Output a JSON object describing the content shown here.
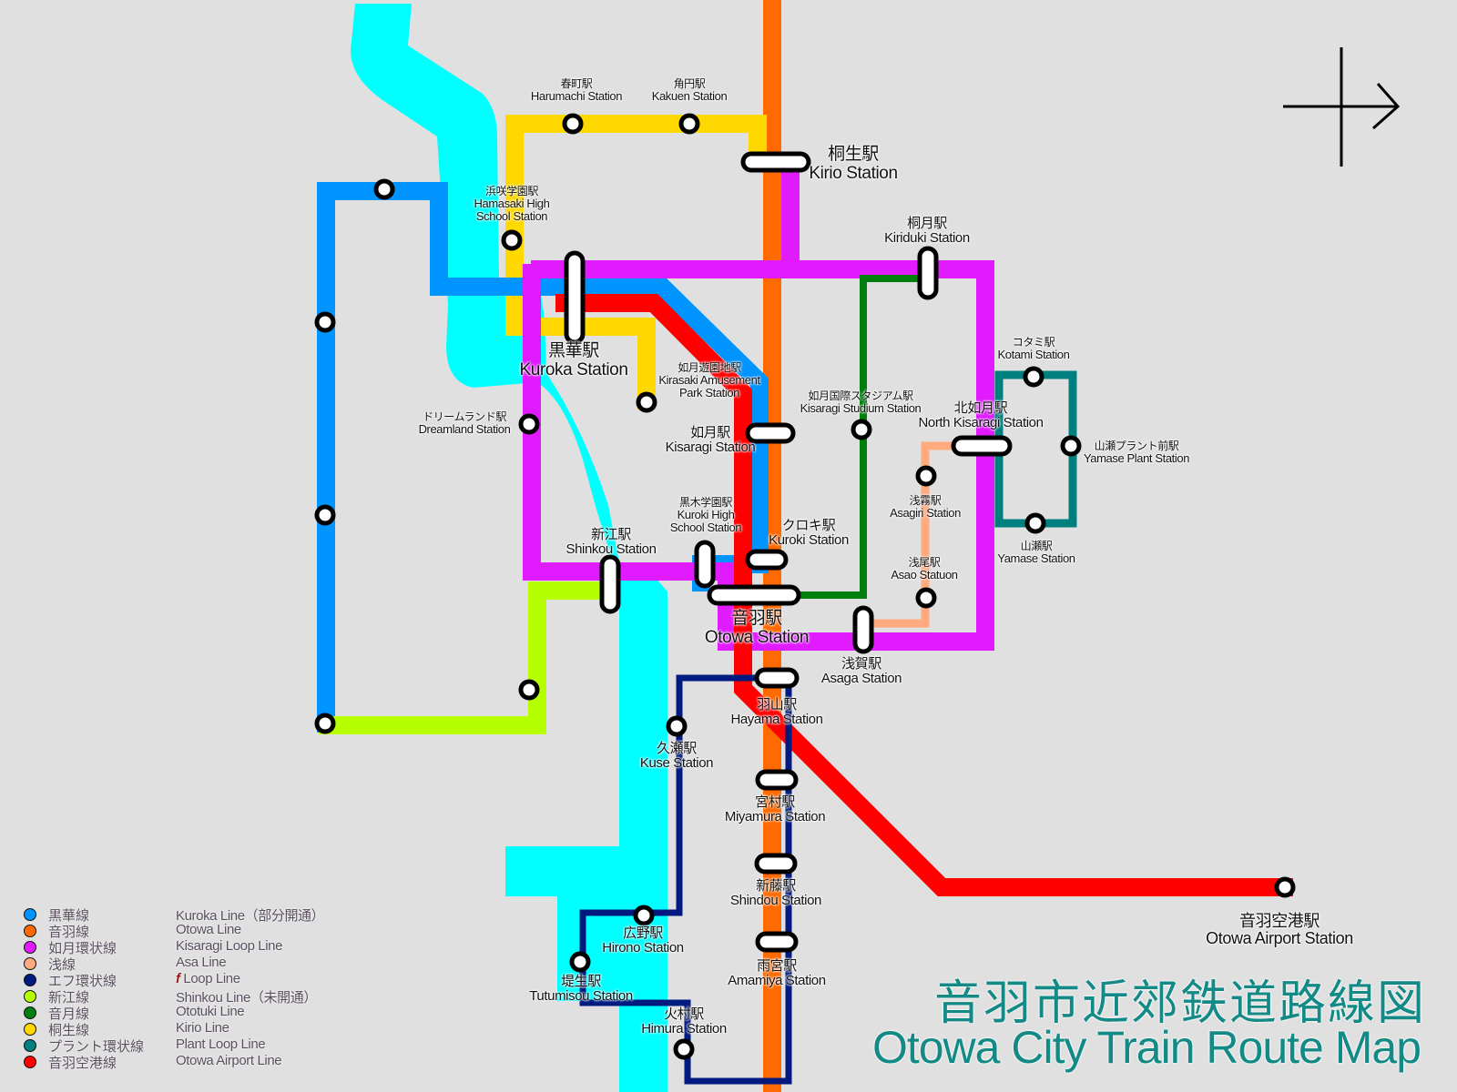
{
  "title": {
    "ja": "音羽市近郊鉄道路線図",
    "en": "Otowa City Train Route Map",
    "color": "#138a86"
  },
  "compass": {
    "icon": "north-arrow-icon",
    "direction": "right"
  },
  "colors": {
    "background": "#e0e0e0",
    "river": "#00ffff",
    "kuroka": "#0094ff",
    "otowa": "#ff6a00",
    "kisaragi_loop": "#e01cff",
    "asa": "#ffaa7f",
    "f_loop": "#001a7f",
    "shinkou": "#b6ff00",
    "ototuki": "#007f0e",
    "kirio": "#ffd800",
    "plant_loop": "#007f7f",
    "otowa_airport": "#ff0000"
  },
  "legend": [
    {
      "ja": "黒華線",
      "en": "Kuroka Line（部分開通）",
      "color": "#0094ff"
    },
    {
      "ja": "音羽線",
      "en": "Otowa Line",
      "color": "#ff6a00"
    },
    {
      "ja": "如月環状線",
      "en": "Kisaragi Loop Line",
      "color": "#e01cff"
    },
    {
      "ja": "浅線",
      "en": "Asa Line",
      "color": "#ffaa7f"
    },
    {
      "ja": "エフ環状線",
      "en": "Loop Line",
      "en_mark": "f",
      "color": "#001a7f"
    },
    {
      "ja": "新江線",
      "en": "Shinkou Line（未開通）",
      "color": "#b6ff00"
    },
    {
      "ja": "音月線",
      "en": "Ototuki Line",
      "color": "#007f0e"
    },
    {
      "ja": "桐生線",
      "en": "Kirio Line",
      "color": "#ffd800"
    },
    {
      "ja": "プラント環状線",
      "en": "Plant Loop Line",
      "color": "#007f7f"
    },
    {
      "ja": "音羽空港線",
      "en": "Otowa Airport Line",
      "color": "#ff0000"
    }
  ],
  "stations": [
    {
      "id": "harumachi",
      "ja": "春町駅",
      "en": "Harumachi Station"
    },
    {
      "id": "kakuen",
      "ja": "角円駅",
      "en": "Kakuen Station"
    },
    {
      "id": "kirio",
      "ja": "桐生駅",
      "en": "Kirio Station"
    },
    {
      "id": "hamasaki",
      "ja": "浜咲学園駅",
      "en": "Hamasaki High School Station",
      "en_lines": [
        "Hamasaki High",
        "School Station"
      ]
    },
    {
      "id": "kiriduki",
      "ja": "桐月駅",
      "en": "Kiriduki Station"
    },
    {
      "id": "kuroka",
      "ja": "黒華駅",
      "en": "Kuroka Station"
    },
    {
      "id": "kirasaki",
      "ja": "如月遊園地駅",
      "en": "Kirasaki Amusement Park Station",
      "en_lines": [
        "Kirasaki Amusement",
        "Park Station"
      ]
    },
    {
      "id": "kotami",
      "ja": "コタミ駅",
      "en": "Kotami Station"
    },
    {
      "id": "stadium",
      "ja": "如月国際スタジアム駅",
      "en": "Kisaragi Studium Station"
    },
    {
      "id": "north_kisaragi",
      "ja": "北如月駅",
      "en": "North Kisaragi Station"
    },
    {
      "id": "dreamland",
      "ja": "ドリームランド駅",
      "en": "Dreamland Station"
    },
    {
      "id": "kisaragi",
      "ja": "如月駅",
      "en": "Kisaragi Station"
    },
    {
      "id": "yamase_plant",
      "ja": "山瀬プラント前駅",
      "en": "Yamase Plant Station"
    },
    {
      "id": "asagiri",
      "ja": "浅霧駅",
      "en": "Asagiri Station"
    },
    {
      "id": "kuroki_high",
      "ja": "黒木学園駅",
      "en": "Kuroki High School Station",
      "en_lines": [
        "Kuroki High",
        "School Station"
      ]
    },
    {
      "id": "kuroki",
      "ja": "クロキ駅",
      "en": "Kuroki Station"
    },
    {
      "id": "shinkou",
      "ja": "新江駅",
      "en": "Shinkou Station"
    },
    {
      "id": "yamase",
      "ja": "山瀬駅",
      "en": "Yamase Station"
    },
    {
      "id": "asao",
      "ja": "浅尾駅",
      "en": "Asao Statuon"
    },
    {
      "id": "otowa",
      "ja": "音羽駅",
      "en": "Otowa Station"
    },
    {
      "id": "asaga",
      "ja": "浅賀駅",
      "en": "Asaga Station"
    },
    {
      "id": "hayama",
      "ja": "羽山駅",
      "en": "Hayama Station"
    },
    {
      "id": "kuse",
      "ja": "久瀬駅",
      "en": "Kuse Station"
    },
    {
      "id": "miyamura",
      "ja": "宮村駅",
      "en": "Miyamura Station"
    },
    {
      "id": "shindou",
      "ja": "新藤駅",
      "en": "Shindou Station"
    },
    {
      "id": "hirono",
      "ja": "広野駅",
      "en": "Hirono Station"
    },
    {
      "id": "amamiya",
      "ja": "雨宮駅",
      "en": "Amamiya Station"
    },
    {
      "id": "tutumisou",
      "ja": "堤生駅",
      "en": "Tutumisou Station"
    },
    {
      "id": "himura",
      "ja": "火村駅",
      "en": "Himura Station"
    },
    {
      "id": "otowa_airport",
      "ja": "音羽空港駅",
      "en": "Otowa Airport Station"
    }
  ]
}
